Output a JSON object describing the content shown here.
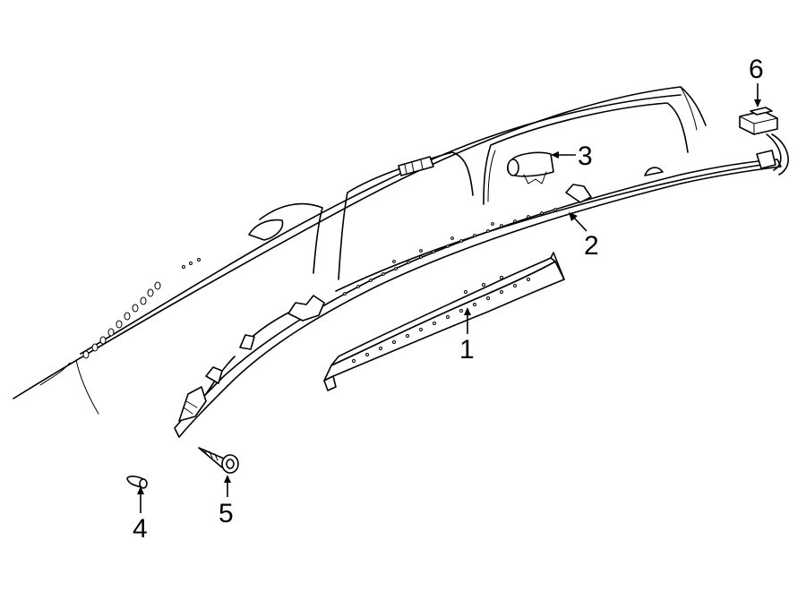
{
  "callouts": [
    {
      "number": "1",
      "label": "1"
    },
    {
      "number": "2",
      "label": "2"
    },
    {
      "number": "3",
      "label": "3"
    },
    {
      "number": "4",
      "label": "4"
    },
    {
      "number": "5",
      "label": "5"
    },
    {
      "number": "6",
      "label": "6"
    }
  ],
  "colors": {
    "line": "#000000",
    "background": "#ffffff"
  }
}
